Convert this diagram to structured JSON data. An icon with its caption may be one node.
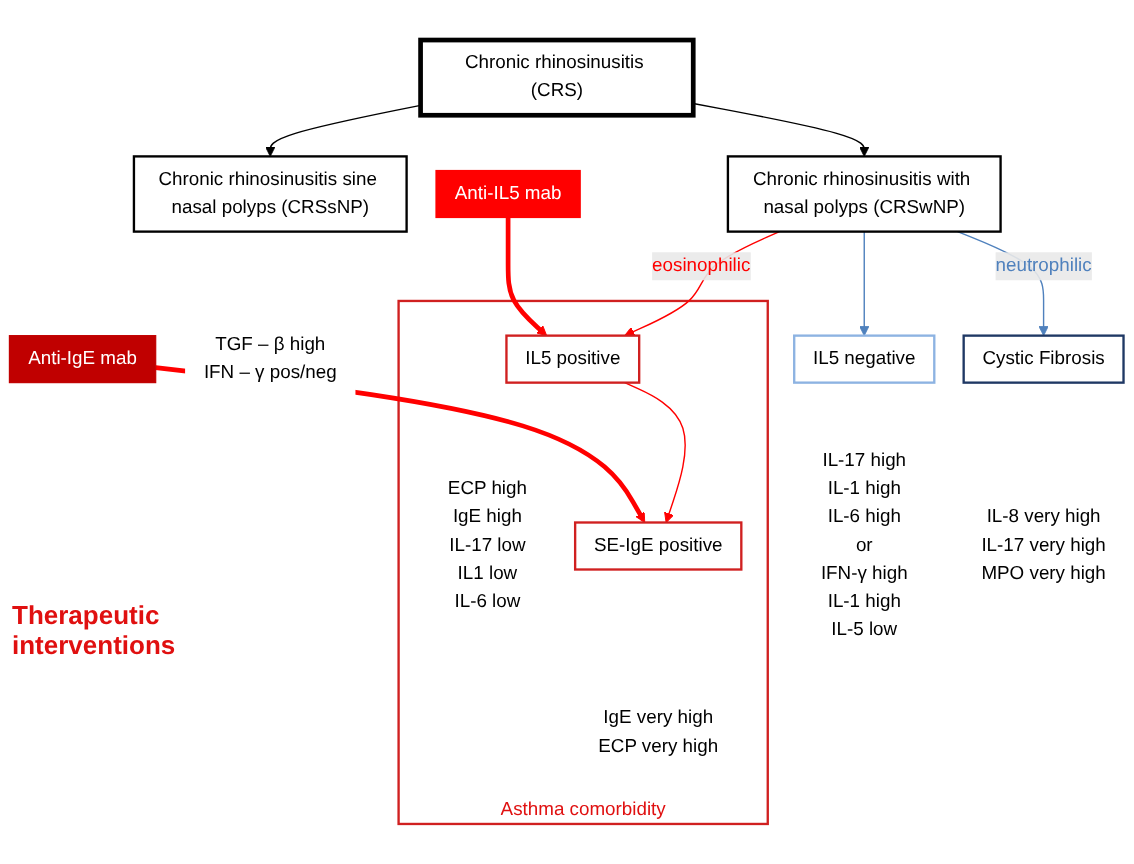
{
  "diagram": {
    "nodes": [
      {
        "text": [
          "Chronic rhinosinusitis (CRS)"
        ]
      },
      {
        "text": [
          "Chronic rhinosinusitis sine nasal polyps (CRSsNP)"
        ],
        "beside": [
          "TGF – β high",
          "IFN – γ pos/neg"
        ]
      },
      {
        "text": [
          "Chronic rhinosinusitis with nasal polyps (CRSwNP)"
        ]
      },
      {
        "text": [
          "Asthma comorbidity"
        ]
      },
      {
        "text": [
          "IL5 positive"
        ],
        "in": 3,
        "beside": [
          "ECP high",
          "IgE high",
          "IL-17 low",
          "IL1 low",
          "IL-6 low"
        ]
      },
      {
        "text": [
          "SE-IgE positive"
        ],
        "in": 3,
        "beside": [
          "IgE very high",
          "ECP very high"
        ]
      },
      {
        "text": [
          "IL5 negative"
        ],
        "beside": [
          "IL-17 high",
          "IL-1 high",
          "IL-6 high",
          "or",
          "IFN-γ high",
          "IL-1 high",
          "IL-5 low"
        ]
      },
      {
        "text": [
          "Cystic Fibrosis"
        ],
        "beside": [
          "IL-8 very high",
          "IL-17 very high",
          "MPO very high"
        ]
      },
      {
        "text": [
          "Anti-IL5 mab"
        ]
      },
      {
        "text": [
          "Anti-IgE mab"
        ]
      }
    ],
    "edges": [
      {
        "from": 0,
        "to": 1,
        "arrow": "to",
        "color": "#000000"
      },
      {
        "from": 0,
        "to": 2,
        "arrow": "to",
        "color": "#000000"
      },
      {
        "from": 2,
        "to": 4,
        "arrow": "to",
        "label": "eosinophilic",
        "color": "#ff0000"
      },
      {
        "from": 2,
        "to": 6,
        "arrow": "to",
        "color": "#4f81bd"
      },
      {
        "from": 2,
        "to": 7,
        "arrow": "to",
        "label": "neutrophilic",
        "color": "#4f81bd"
      },
      {
        "from": 4,
        "to": 5,
        "arrow": "to",
        "color": "#ff0000"
      },
      {
        "from": 8,
        "to": 4,
        "arrow": "to",
        "style": "thick",
        "color": "#ff0000"
      },
      {
        "from": 9,
        "to": 5,
        "arrow": "to",
        "style": "thick",
        "color": "#ff0000"
      }
    ],
    "labels": [
      "Therapeutic interventions"
    ]
  }
}
